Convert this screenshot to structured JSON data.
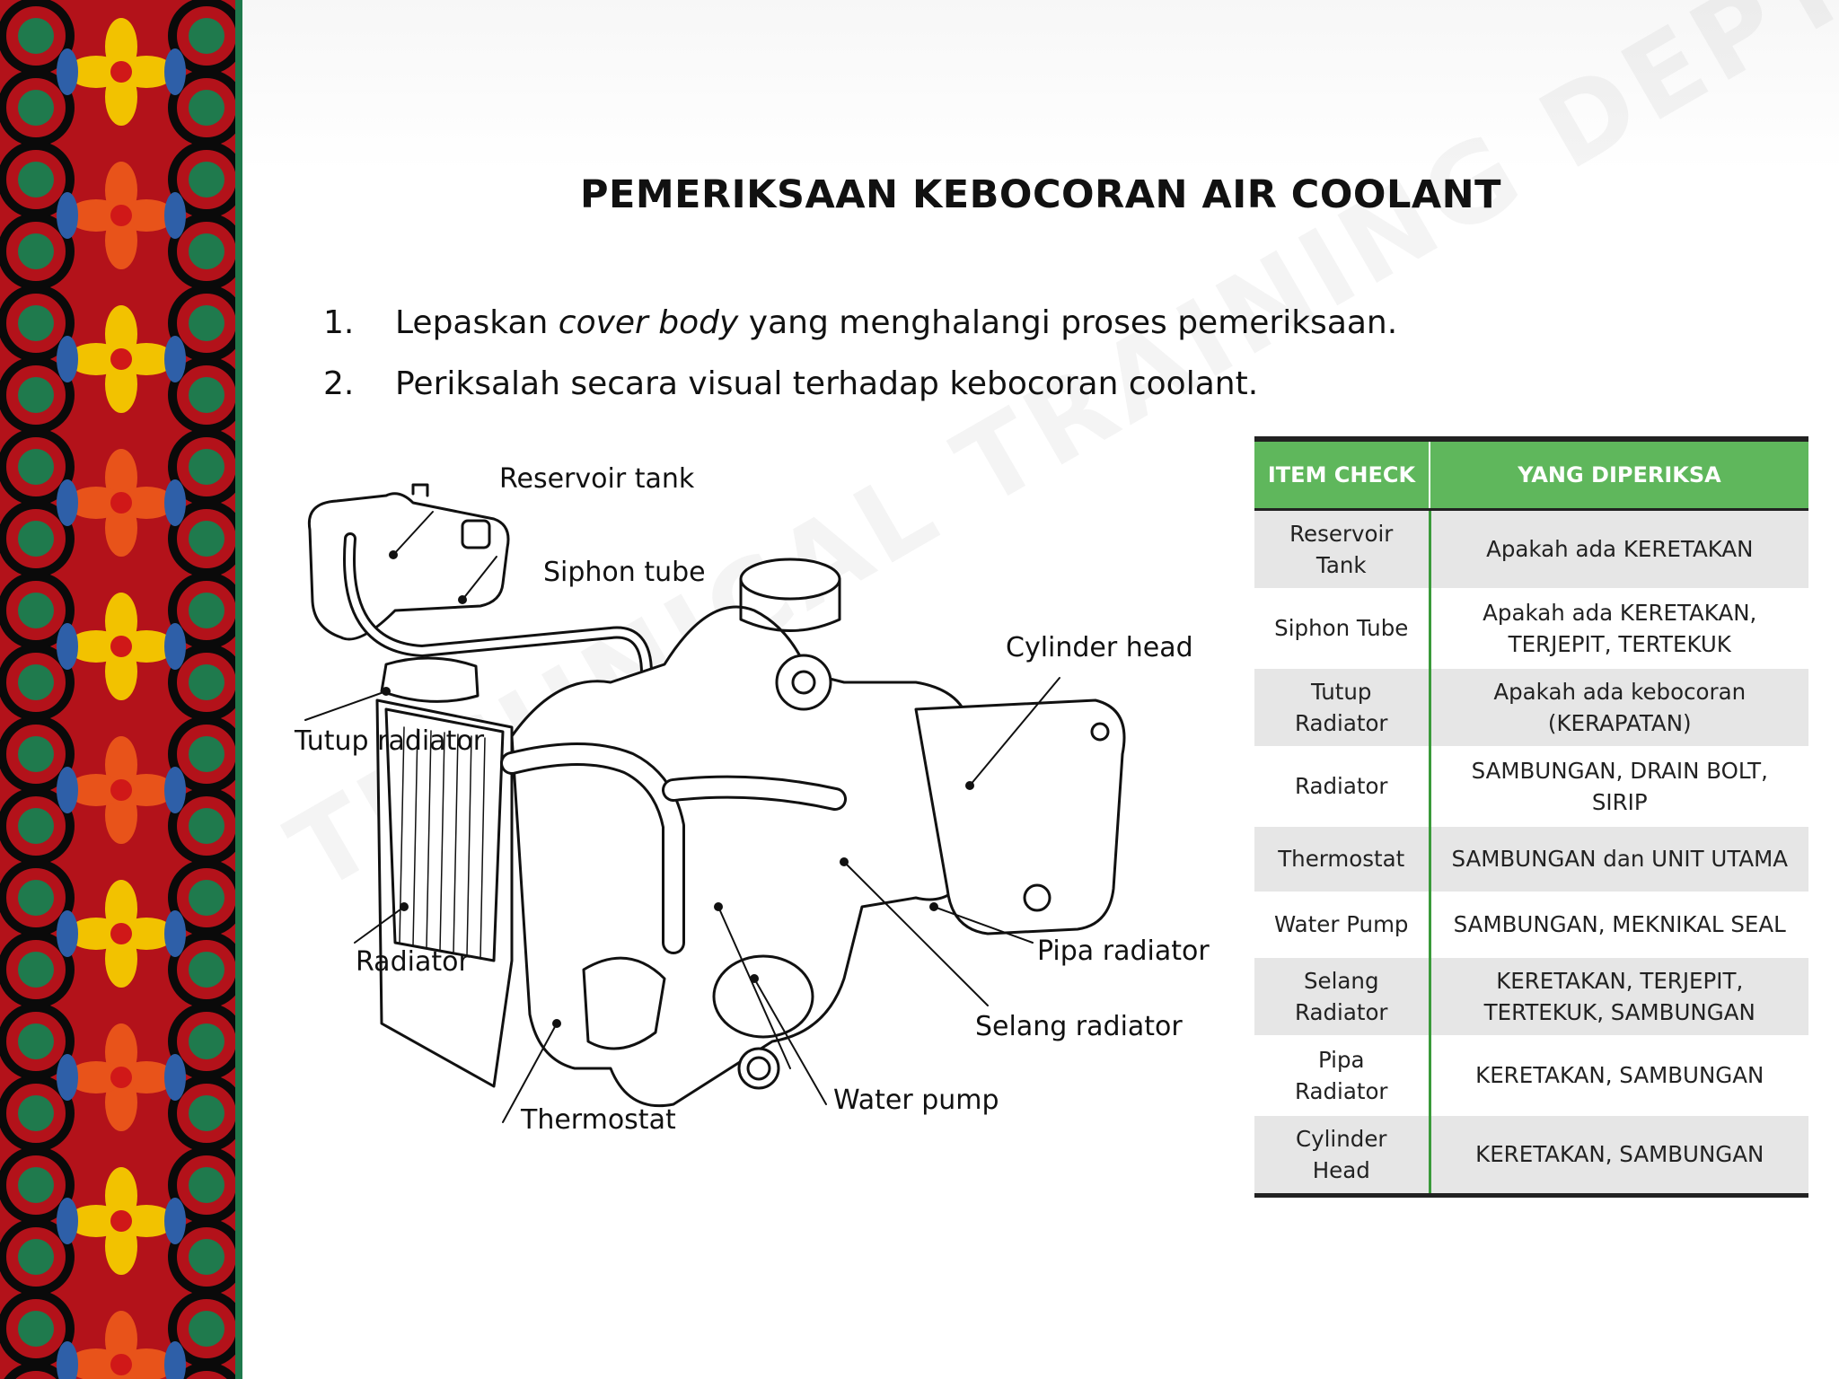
{
  "title": "PEMERIKSAAN KEBOCORAN AIR COOLANT",
  "watermark": "TECHNICAL TRAINING DEPT. - AHM",
  "steps": [
    {
      "num": "1.",
      "pre": "Lepaskan ",
      "em": "cover body",
      "post": " yang menghalangi proses pemeriksaan."
    },
    {
      "num": "2.",
      "pre": "Periksalah secara visual terhadap kebocoran coolant.",
      "em": "",
      "post": ""
    }
  ],
  "diagram": {
    "labels": {
      "reservoir_tank": "Reservoir tank",
      "siphon_tube": "Siphon tube",
      "cylinder_head": "Cylinder head",
      "tutup_radiator": "Tutup radiator",
      "radiator": "Radiator",
      "pipa_radiator": "Pipa radiator",
      "selang_radiator": "Selang radiator",
      "thermostat": "Thermostat",
      "water_pump": "Water pump"
    }
  },
  "table": {
    "headers": [
      "ITEM CHECK",
      "YANG DIPERIKSA"
    ],
    "rows": [
      {
        "item": "Reservoir\nTank",
        "check": "Apakah ada KERETAKAN"
      },
      {
        "item": "Siphon Tube",
        "check": "Apakah ada KERETAKAN,\nTERJEPIT, TERTEKUK"
      },
      {
        "item": "Tutup\nRadiator",
        "check": "Apakah ada kebocoran\n(KERAPATAN)"
      },
      {
        "item": "Radiator",
        "check": "SAMBUNGAN, DRAIN BOLT,\nSIRIP"
      },
      {
        "item": "Thermostat",
        "check": "SAMBUNGAN dan UNIT UTAMA"
      },
      {
        "item": "Water Pump",
        "check": "SAMBUNGAN, MEKNIKAL SEAL"
      },
      {
        "item": "Selang\nRadiator",
        "check": "KERETAKAN, TERJEPIT,\nTERTEKUK, SAMBUNGAN"
      },
      {
        "item": "Pipa\nRadiator",
        "check": "KERETAKAN, SAMBUNGAN"
      },
      {
        "item": "Cylinder\nHead",
        "check": "KERETAKAN, SAMBUNGAN"
      }
    ]
  },
  "colors": {
    "header_green": "#5fb75c",
    "divider_green": "#3a9a3a",
    "row_shade": "#e6e6e6",
    "border_red": "#b3121a"
  }
}
